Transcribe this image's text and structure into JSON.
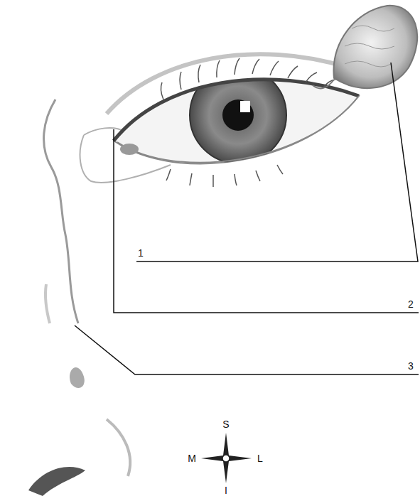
{
  "diagram": {
    "labels": [
      "1",
      "2",
      "3",
      "S",
      "M",
      "L",
      "I"
    ]
  }
}
